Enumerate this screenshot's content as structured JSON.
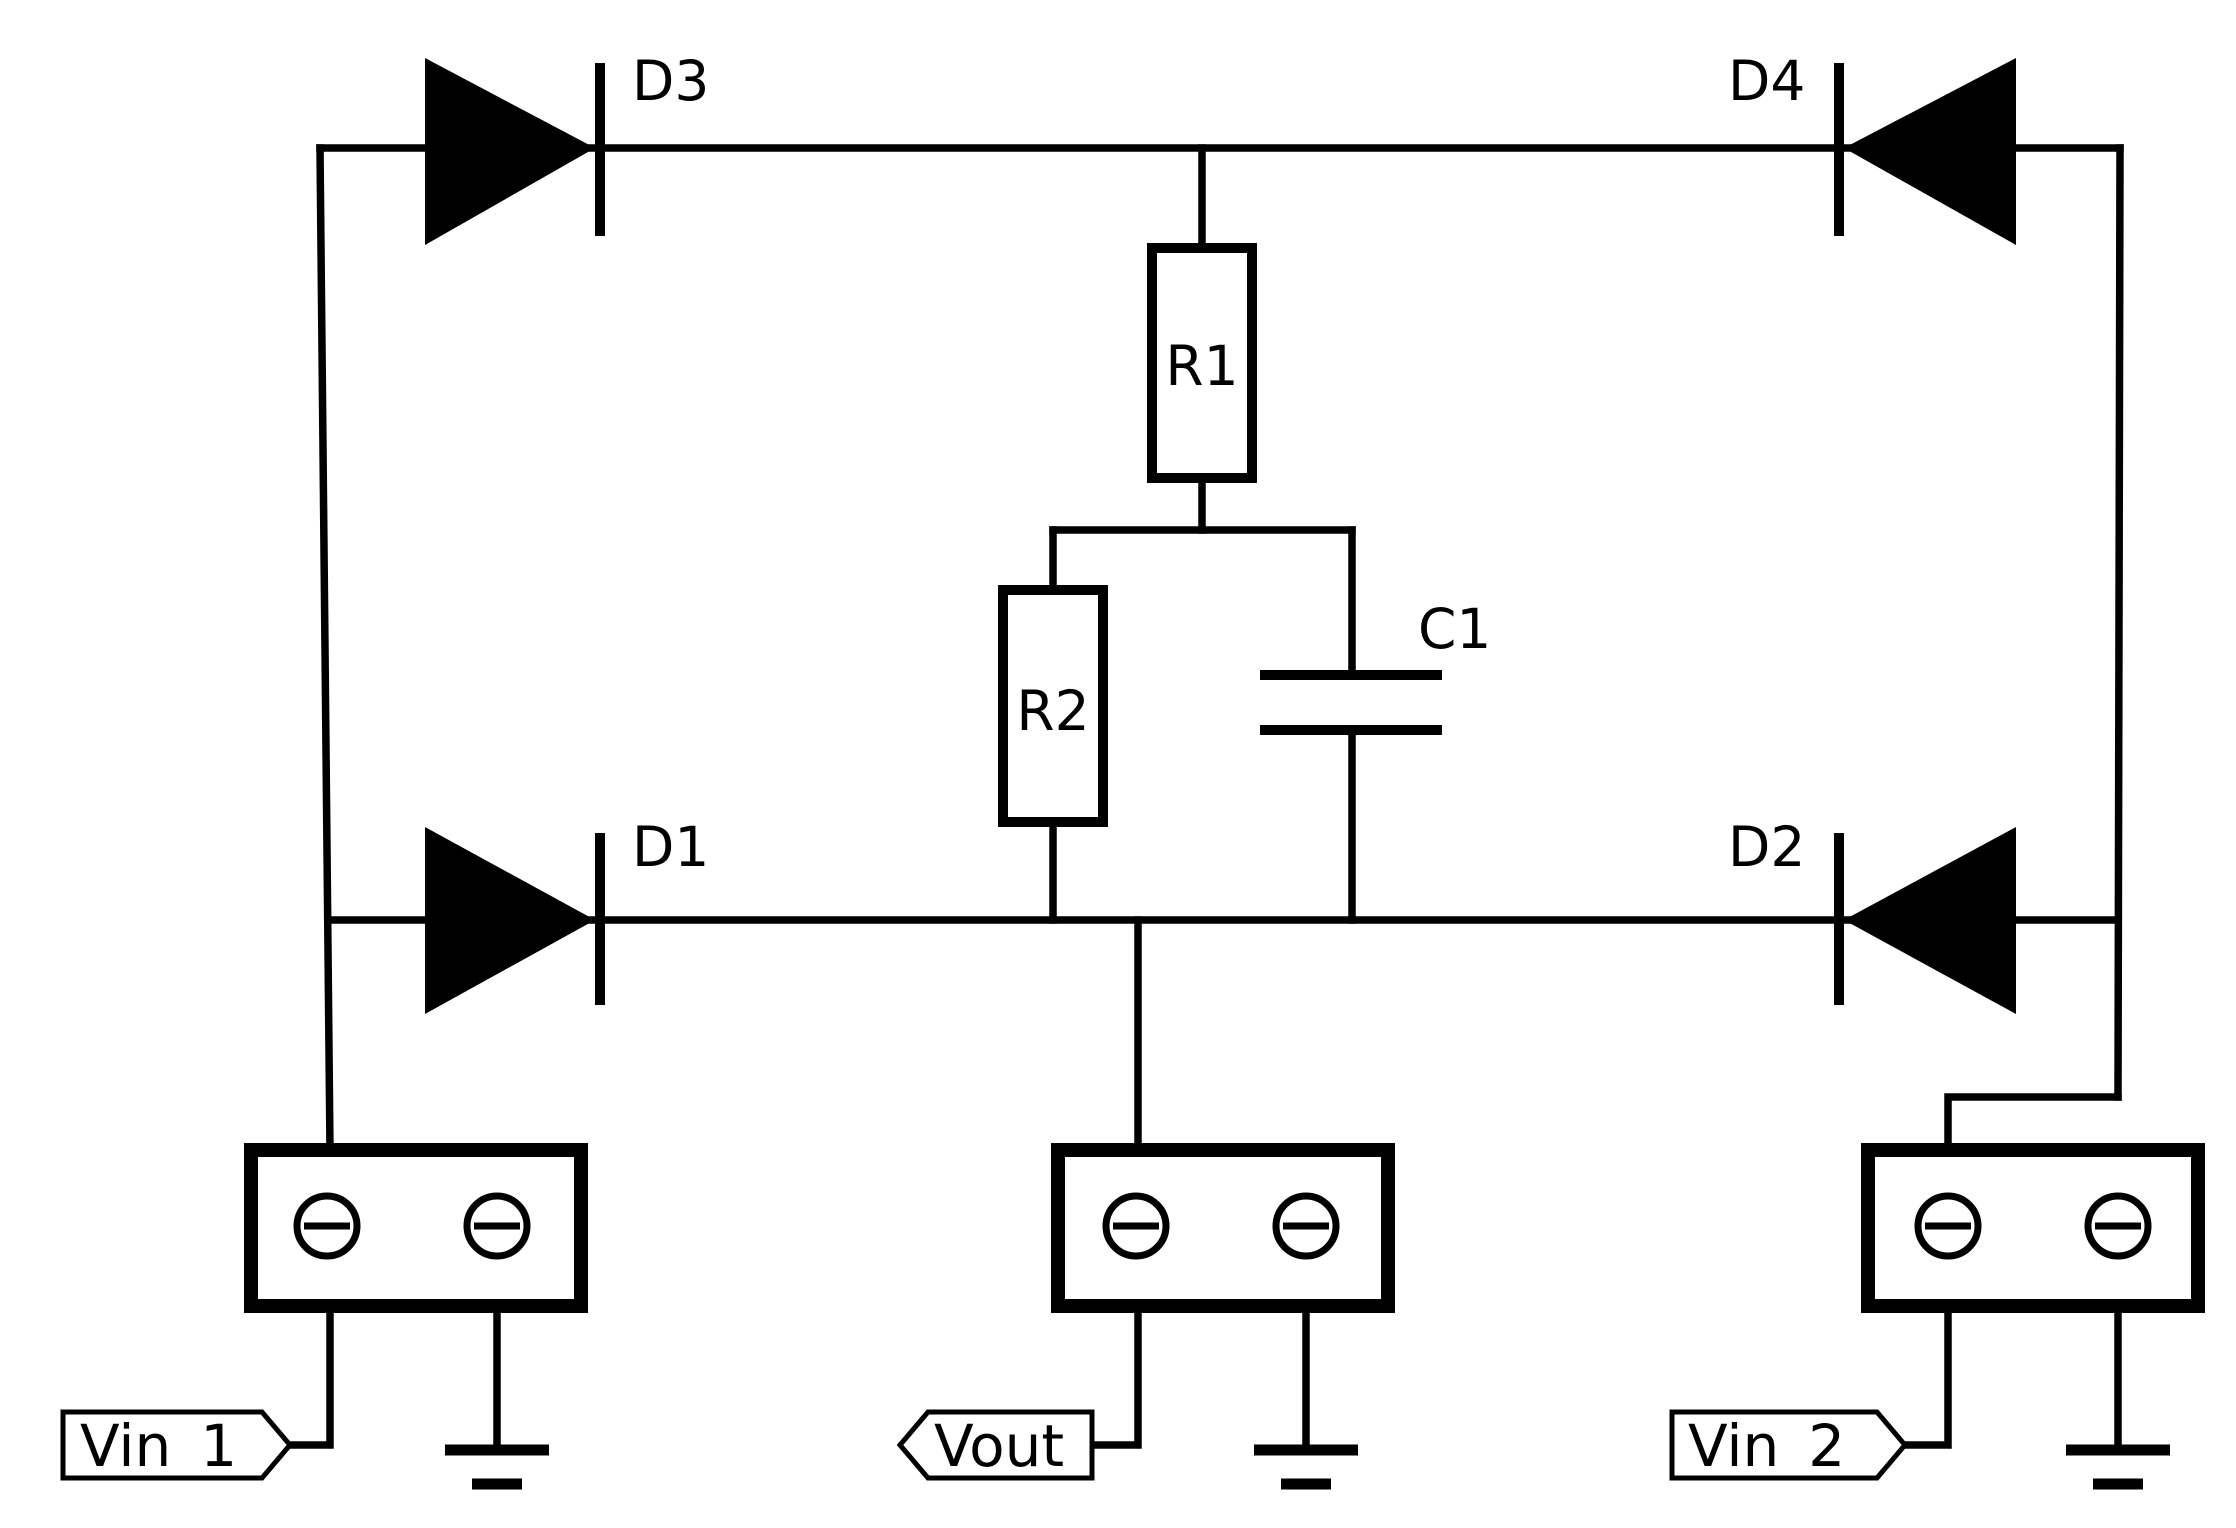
{
  "components": {
    "d1": "D1",
    "d2": "D2",
    "d3": "D3",
    "d4": "D4",
    "r1": "R1",
    "r2": "R2",
    "c1": "C1"
  },
  "ports": {
    "vin1": "Vin_1",
    "vout": "Vout",
    "vin2": "Vin_2"
  },
  "colors": {
    "stroke": "#000000",
    "background": "#ffffff"
  }
}
